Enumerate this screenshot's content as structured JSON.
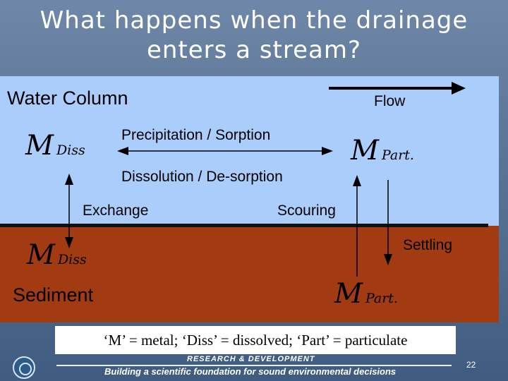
{
  "slide": {
    "title_line1": "What happens when the drainage",
    "title_line2": "enters a stream?",
    "page_number": "22"
  },
  "diagram": {
    "water_column_label": "Water Column",
    "sediment_label": "Sediment",
    "flow_label": "Flow",
    "precipitation_label": "Precipitation / Sorption",
    "dissolution_label": "Dissolution / De-sorption",
    "exchange_label": "Exchange",
    "scouring_label": "Scouring",
    "settling_label": "Settling",
    "m_symbol": "M",
    "diss_subscript": "Diss",
    "part_subscript": "Part."
  },
  "legend": {
    "text": "‘M’ = metal; ‘Diss’ = dissolved; ‘Part’ = particulate"
  },
  "footer": {
    "research_development": "RESEARCH & DEVELOPMENT",
    "tagline": "Building a scientific foundation for sound environmental decisions"
  },
  "colors": {
    "water": "#aacdfc",
    "sediment": "#a23b12",
    "background": "#5d7797"
  }
}
